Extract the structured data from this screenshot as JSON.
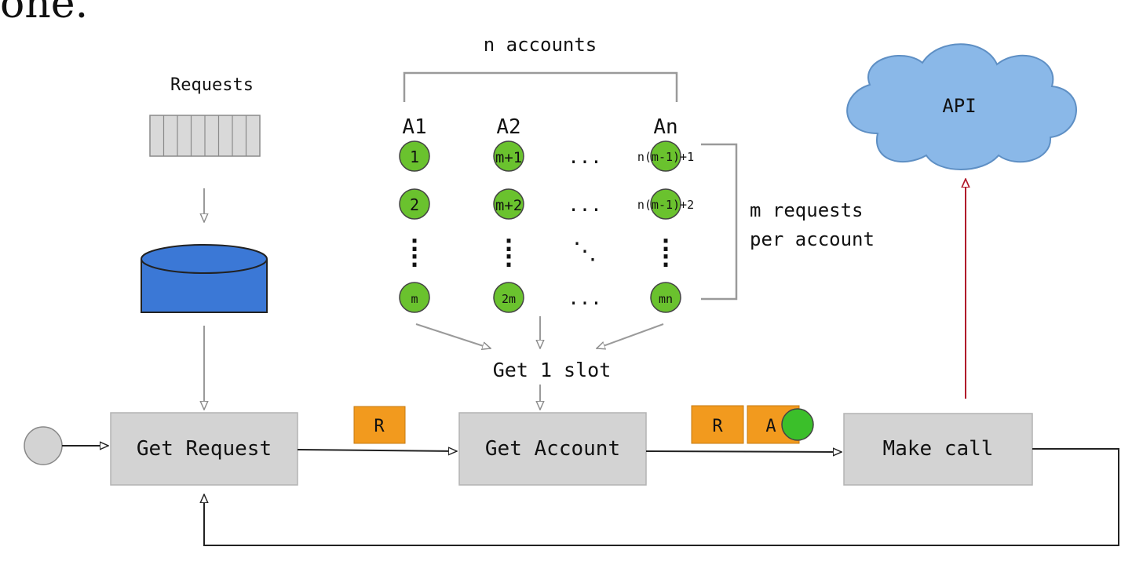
{
  "top_text": "one.",
  "labels": {
    "n_accounts": "n accounts",
    "requests": "Requests",
    "m_requests_line1": "m requests",
    "m_requests_line2": "per account",
    "get_one_slot": "Get 1 slot"
  },
  "accounts": {
    "headers": [
      "A1",
      "A2",
      "An"
    ],
    "slots": [
      [
        "1",
        "m+1",
        "n(m-1)+1"
      ],
      [
        "2",
        "m+2",
        "n(m-1)+2"
      ],
      [
        "m",
        "2m",
        "mn"
      ]
    ],
    "ellipsis": "...",
    "vdots": ":",
    "ddots": "⋱"
  },
  "boxes": {
    "get_request": "Get Request",
    "get_account": "Get Account",
    "make_call": "Make call"
  },
  "tokens": {
    "r1": "R",
    "r2": "R",
    "a": "A"
  },
  "cloud": {
    "label": "API"
  },
  "colors": {
    "box_fill": "#d3d3d3",
    "slot_green": "#6ac22e",
    "token_orange": "#f29a1e",
    "db_blue": "#3b78d6",
    "cloud_blue": "#8ab8e8",
    "api_arrow": "#b0182a",
    "line_gray": "#9a9a9a"
  }
}
